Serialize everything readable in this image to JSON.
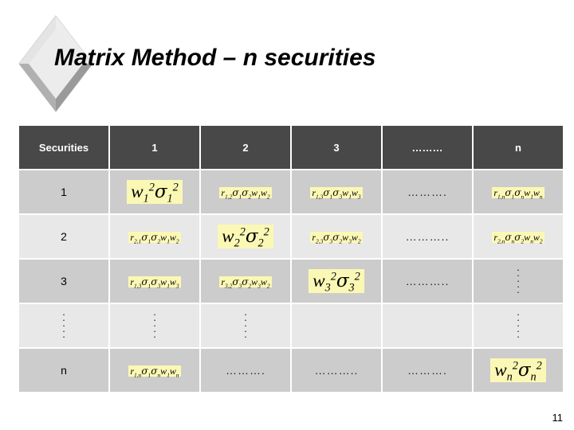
{
  "slide": {
    "title": "Matrix Method – n securities",
    "page_number": "11",
    "logo": "diamond-bullet"
  },
  "table": {
    "headers": [
      "Securities",
      "1",
      "2",
      "3",
      "………",
      "n"
    ],
    "row_labels": [
      "1",
      "2",
      "3",
      "⋮",
      "n"
    ],
    "dots_horizontal": "………..",
    "dots_vertical": "⋮",
    "cells": [
      [
        {
          "type": "formula",
          "size": "big",
          "text": "w₁²σ₁²"
        },
        {
          "type": "formula",
          "size": "small",
          "text": "r₁,₂σ₁σ₂w₁w₂"
        },
        {
          "type": "formula",
          "size": "small",
          "text": "r₁,₃σ₁σ₃w₁w₃"
        },
        {
          "type": "dots",
          "text": "………."
        },
        {
          "type": "formula",
          "size": "small",
          "text": "r₁,ₙσ₁σₙw₁wₙ"
        }
      ],
      [
        {
          "type": "formula",
          "size": "small",
          "text": "r₂,₁σ₁σ₂w₁w₂"
        },
        {
          "type": "formula",
          "size": "big",
          "text": "w₂²σ₂²"
        },
        {
          "type": "formula",
          "size": "small",
          "text": "r₂,₃σ₃σ₂w₃w₂"
        },
        {
          "type": "dots",
          "text": "……….."
        },
        {
          "type": "formula",
          "size": "small",
          "text": "r₂,ₙσₙσ₂wₙw₂"
        }
      ],
      [
        {
          "type": "formula",
          "size": "small",
          "text": "r₁,₃σ₁σ₃w₁w₃"
        },
        {
          "type": "formula",
          "size": "small",
          "text": "r₃,₂σ₃σ₂w₃w₂"
        },
        {
          "type": "formula",
          "size": "big",
          "text": "w₃²σ₃²"
        },
        {
          "type": "dots",
          "text": "……….."
        },
        {
          "type": "vdots",
          "text": "⋮"
        }
      ],
      [
        {
          "type": "vdots",
          "text": "⋮"
        },
        {
          "type": "vdots",
          "text": "⋮"
        },
        {
          "type": "empty",
          "text": ""
        },
        {
          "type": "empty",
          "text": ""
        },
        {
          "type": "vdots",
          "text": "⋮"
        }
      ],
      [
        {
          "type": "formula",
          "size": "small",
          "text": "r₁,ₙσ₁σₙw₁wₙ"
        },
        {
          "type": "dots",
          "text": "………."
        },
        {
          "type": "dots",
          "text": "……….."
        },
        {
          "type": "dots",
          "text": "………."
        },
        {
          "type": "formula",
          "size": "big",
          "text": "wₙ²σₙ²"
        }
      ]
    ]
  },
  "colors": {
    "header_bg": "#484848",
    "header_fg": "#ffffff",
    "row_dark": "#cccccc",
    "row_light": "#e8e8e8",
    "highlight": "#fbf8b5",
    "page_bg": "#ffffff"
  }
}
